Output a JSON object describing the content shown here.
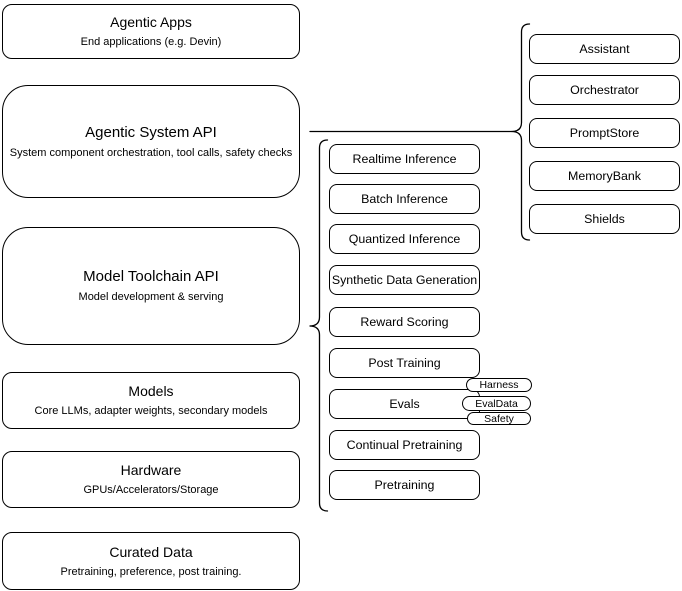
{
  "left_column": {
    "items": [
      {
        "title": "Agentic Apps",
        "subtitle": "End applications (e.g. Devin)"
      },
      {
        "title": "Agentic System API",
        "subtitle": "System component orchestration, tool calls, safety checks"
      },
      {
        "title": "Model Toolchain API",
        "subtitle": "Model development & serving"
      },
      {
        "title": "Models",
        "subtitle": "Core LLMs, adapter weights, secondary models"
      },
      {
        "title": "Hardware",
        "subtitle": "GPUs/Accelerators/Storage"
      },
      {
        "title": "Curated Data",
        "subtitle": "Pretraining, preference, post training."
      }
    ]
  },
  "middle_column": {
    "items": [
      "Realtime Inference",
      "Batch Inference",
      "Quantized Inference",
      "Synthetic Data Generation",
      "Reward Scoring",
      "Post Training",
      "Evals",
      "Continual Pretraining",
      "Pretraining"
    ]
  },
  "eval_pills": [
    "Harness",
    "EvalData",
    "Safety"
  ],
  "right_column": {
    "items": [
      "Assistant",
      "Orchestrator",
      "PromptStore",
      "MemoryBank",
      "Shields"
    ]
  },
  "colors": {
    "stroke": "#000000",
    "fill": "#ffffff",
    "background": "#ffffff"
  }
}
